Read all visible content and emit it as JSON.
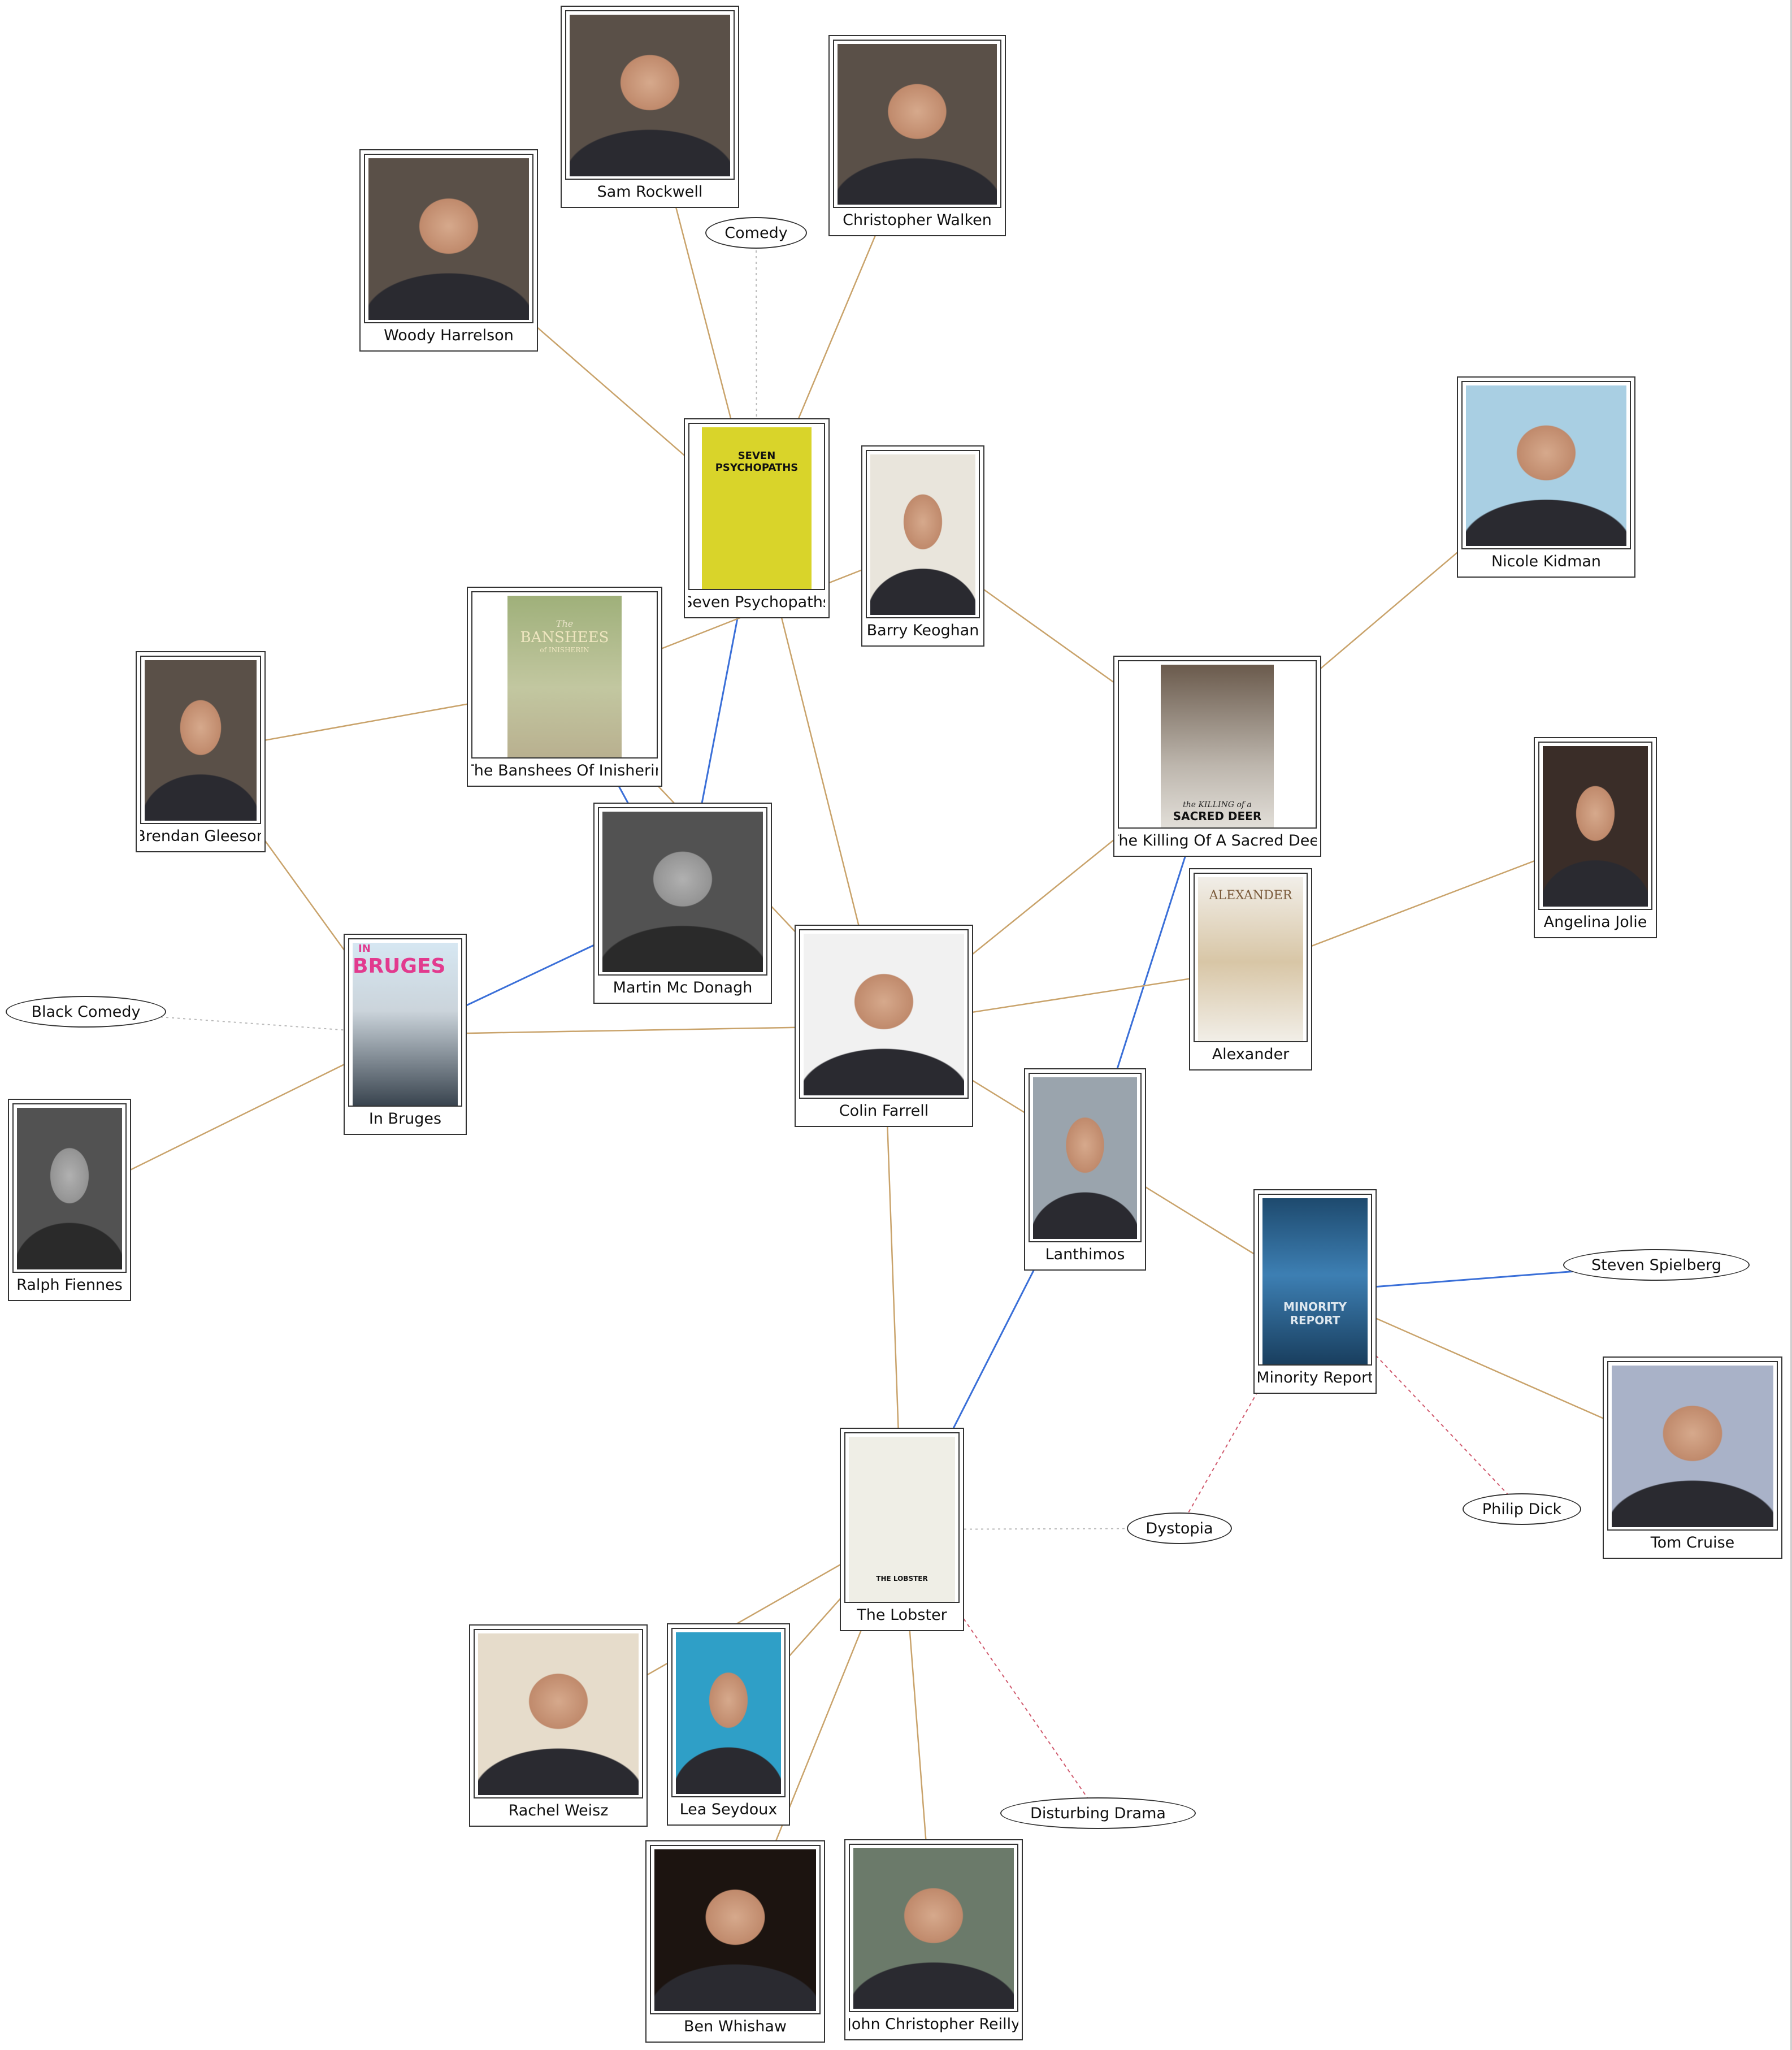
{
  "colors": {
    "actor_edge": "#c9a36b",
    "director_edge": "#3a6fd8",
    "genre_edge": "#b9b9b9",
    "writer_edge": "#d05a6e",
    "node_border": "#333333"
  },
  "nodes": {
    "sam_rockwell": {
      "label": "Sam Rockwell",
      "kind": "person"
    },
    "christopher_walken": {
      "label": "Christopher Walken",
      "kind": "person"
    },
    "woody_harrelson": {
      "label": "Woody Harrelson",
      "kind": "person"
    },
    "seven_psychopaths": {
      "label": "Seven Psychopaths",
      "kind": "movie",
      "poster_title": "SEVEN PSYCHOPATHS"
    },
    "barry_keoghan": {
      "label": "Barry Keoghan",
      "kind": "person"
    },
    "nicole_kidman": {
      "label": "Nicole Kidman",
      "kind": "person"
    },
    "banshees": {
      "label": "The Banshees Of Inisherin",
      "kind": "movie",
      "poster_title": "BANSHEES",
      "poster_the": "The",
      "poster_sub": "of INISHERIN"
    },
    "brendan_gleeson": {
      "label": "Brendan Gleeson",
      "kind": "person"
    },
    "sacred_deer": {
      "label": "The Killing Of A Sacred Deer",
      "kind": "movie",
      "poster_title": "SACRED DEER",
      "poster_pre": "the KILLING of a"
    },
    "angelina_jolie": {
      "label": "Angelina Jolie",
      "kind": "person"
    },
    "martin_mcdonagh": {
      "label": "Martin Mc Donagh",
      "kind": "person"
    },
    "in_bruges": {
      "label": "In Bruges",
      "kind": "movie",
      "poster_title": "BRUGES",
      "poster_pre": "IN"
    },
    "alexander": {
      "label": "Alexander",
      "kind": "movie",
      "poster_title": "ALEXANDER"
    },
    "colin_farrell": {
      "label": "Colin Farrell",
      "kind": "person"
    },
    "lanthimos": {
      "label": "Lanthimos",
      "kind": "person"
    },
    "ralph_fiennes": {
      "label": "Ralph Fiennes",
      "kind": "person"
    },
    "minority_report": {
      "label": "Minority Report",
      "kind": "movie",
      "poster_title": "MINORITY REPORT"
    },
    "tom_cruise": {
      "label": "Tom Cruise",
      "kind": "person"
    },
    "the_lobster": {
      "label": "The Lobster",
      "kind": "movie",
      "poster_title": "THE LOBSTER"
    },
    "rachel_weisz": {
      "label": "Rachel Weisz",
      "kind": "person"
    },
    "lea_seydoux": {
      "label": "Lea Seydoux",
      "kind": "person"
    },
    "ben_whishaw": {
      "label": "Ben Whishaw",
      "kind": "person"
    },
    "john_c_reilly": {
      "label": "John Christopher Reilly",
      "kind": "person"
    }
  },
  "tags": {
    "comedy": "Comedy",
    "black_comedy": "Black Comedy",
    "steven_spielberg": "Steven Spielberg",
    "dystopia": "Dystopia",
    "philip_dick": "Philip Dick",
    "disturbing_drama": "Disturbing Drama"
  },
  "edges": [
    {
      "from": "seven_psychopaths",
      "to": "sam_rockwell",
      "type": "actor"
    },
    {
      "from": "seven_psychopaths",
      "to": "christopher_walken",
      "type": "actor"
    },
    {
      "from": "seven_psychopaths",
      "to": "woody_harrelson",
      "type": "actor"
    },
    {
      "from": "seven_psychopaths",
      "to": "comedy",
      "type": "genre"
    },
    {
      "from": "seven_psychopaths",
      "to": "colin_farrell",
      "type": "actor"
    },
    {
      "from": "seven_psychopaths",
      "to": "martin_mcdonagh",
      "type": "director"
    },
    {
      "from": "banshees",
      "to": "barry_keoghan",
      "type": "actor"
    },
    {
      "from": "banshees",
      "to": "brendan_gleeson",
      "type": "actor"
    },
    {
      "from": "banshees",
      "to": "martin_mcdonagh",
      "type": "director"
    },
    {
      "from": "banshees",
      "to": "colin_farrell",
      "type": "actor"
    },
    {
      "from": "sacred_deer",
      "to": "barry_keoghan",
      "type": "actor"
    },
    {
      "from": "sacred_deer",
      "to": "nicole_kidman",
      "type": "actor"
    },
    {
      "from": "sacred_deer",
      "to": "colin_farrell",
      "type": "actor"
    },
    {
      "from": "sacred_deer",
      "to": "lanthimos",
      "type": "director"
    },
    {
      "from": "in_bruges",
      "to": "brendan_gleeson",
      "type": "actor"
    },
    {
      "from": "in_bruges",
      "to": "martin_mcdonagh",
      "type": "director"
    },
    {
      "from": "in_bruges",
      "to": "colin_farrell",
      "type": "actor"
    },
    {
      "from": "in_bruges",
      "to": "ralph_fiennes",
      "type": "actor"
    },
    {
      "from": "in_bruges",
      "to": "black_comedy",
      "type": "genre"
    },
    {
      "from": "alexander",
      "to": "angelina_jolie",
      "type": "actor"
    },
    {
      "from": "alexander",
      "to": "colin_farrell",
      "type": "actor"
    },
    {
      "from": "minority_report",
      "to": "colin_farrell",
      "type": "actor"
    },
    {
      "from": "minority_report",
      "to": "tom_cruise",
      "type": "actor"
    },
    {
      "from": "minority_report",
      "to": "steven_spielberg",
      "type": "director"
    },
    {
      "from": "minority_report",
      "to": "dystopia",
      "type": "writer"
    },
    {
      "from": "minority_report",
      "to": "philip_dick",
      "type": "writer"
    },
    {
      "from": "the_lobster",
      "to": "colin_farrell",
      "type": "actor"
    },
    {
      "from": "the_lobster",
      "to": "lanthimos",
      "type": "director"
    },
    {
      "from": "the_lobster",
      "to": "dystopia",
      "type": "genre"
    },
    {
      "from": "the_lobster",
      "to": "rachel_weisz",
      "type": "actor"
    },
    {
      "from": "the_lobster",
      "to": "lea_seydoux",
      "type": "actor"
    },
    {
      "from": "the_lobster",
      "to": "ben_whishaw",
      "type": "actor"
    },
    {
      "from": "the_lobster",
      "to": "john_c_reilly",
      "type": "actor"
    },
    {
      "from": "the_lobster",
      "to": "disturbing_drama",
      "type": "writer"
    }
  ]
}
